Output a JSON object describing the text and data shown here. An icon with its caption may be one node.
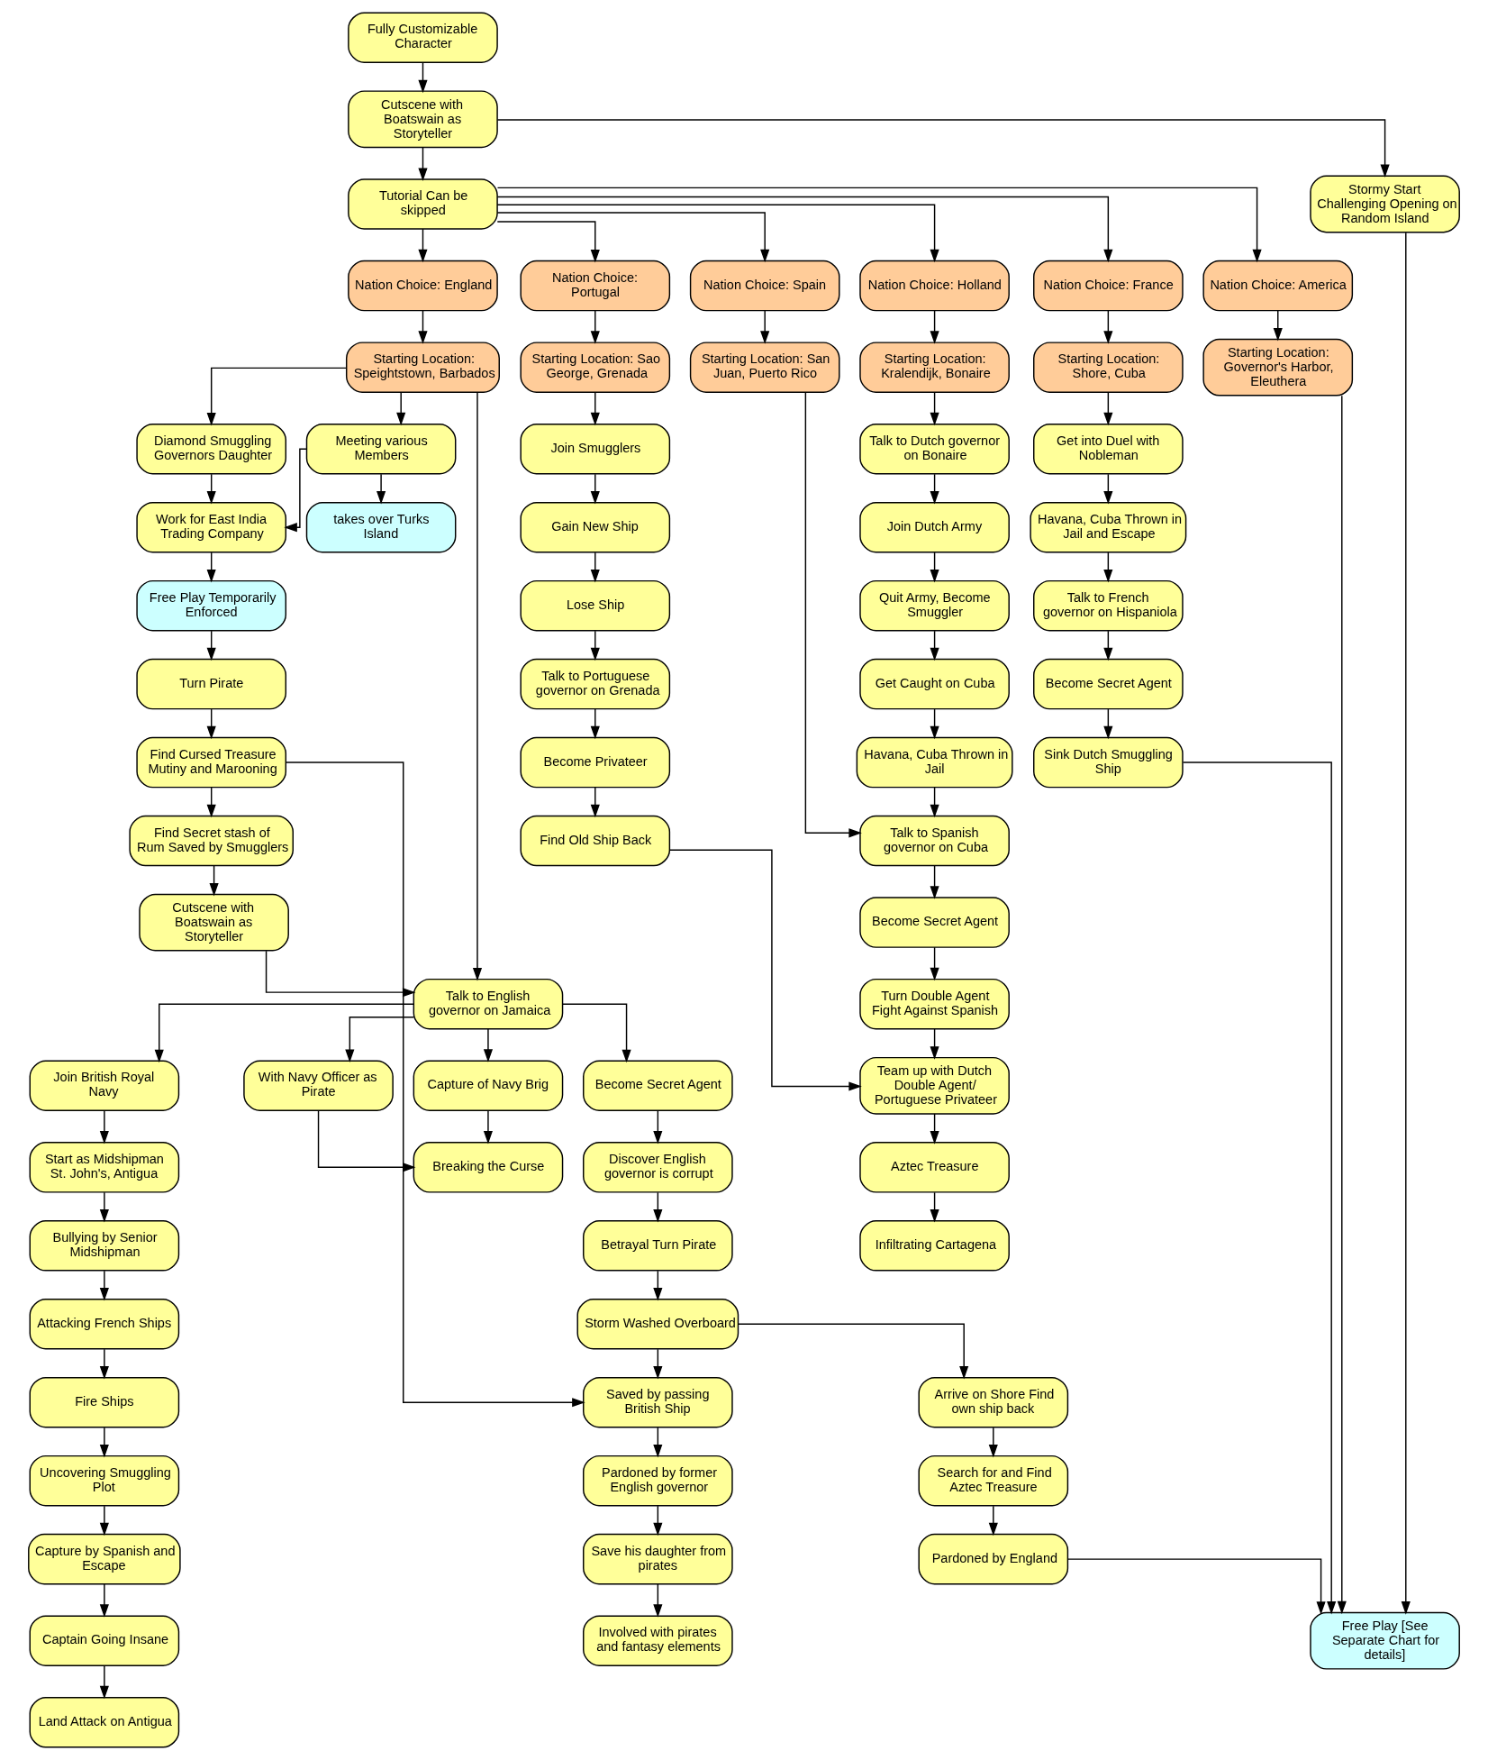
{
  "diagram": {
    "nodes": [
      {
        "text": [
          "Fully Customizable Character"
        ]
      },
      {
        "text": [
          "Cutscene with Boatswain as Storyteller"
        ]
      },
      {
        "text": [
          "Tutorial Can be skipped"
        ]
      },
      {
        "text": [
          "Stormy Start Challenging Opening on Random Island"
        ]
      },
      {
        "text": [
          "Nation Choice: England"
        ]
      },
      {
        "text": [
          "Nation Choice: Portugal"
        ]
      },
      {
        "text": [
          "Nation Choice: Spain"
        ]
      },
      {
        "text": [
          "Nation Choice: Holland"
        ]
      },
      {
        "text": [
          "Nation Choice: France"
        ]
      },
      {
        "text": [
          "Nation Choice: America"
        ]
      },
      {
        "text": [
          "Starting Location: Speightstown, Barbados"
        ]
      },
      {
        "text": [
          "Starting Location: Sao George, Grenada"
        ]
      },
      {
        "text": [
          "Starting Location: San Juan, Puerto Rico"
        ]
      },
      {
        "text": [
          "Starting Location: Kralendijk, Bonaire"
        ]
      },
      {
        "text": [
          "Starting Location: Shore, Cuba"
        ]
      },
      {
        "text": [
          "Starting Location: Governor's Harbor, Eleuthera"
        ]
      },
      {
        "text": [
          "Diamond Smuggling Governors Daughter"
        ]
      },
      {
        "text": [
          "Meeting various Members"
        ]
      },
      {
        "text": [
          "Join Smugglers"
        ]
      },
      {
        "text": [
          "Talk to Dutch governor on Bonaire"
        ]
      },
      {
        "text": [
          "Get into Duel with Nobleman"
        ]
      },
      {
        "text": [
          "Work for East India Trading Company"
        ]
      },
      {
        "text": [
          "takes over Turks Island"
        ]
      },
      {
        "text": [
          "Gain New Ship"
        ]
      },
      {
        "text": [
          "Join Dutch Army"
        ]
      },
      {
        "text": [
          "Havana, Cuba Thrown in Jail and Escape"
        ]
      },
      {
        "text": [
          "Free Play Temporarily Enforced"
        ]
      },
      {
        "text": [
          "Lose Ship"
        ]
      },
      {
        "text": [
          "Quit Army, Become Smuggler"
        ]
      },
      {
        "text": [
          "Talk to French governor on Hispaniola"
        ]
      },
      {
        "text": [
          "Turn Pirate"
        ]
      },
      {
        "text": [
          "Talk to Portuguese governor on Grenada"
        ]
      },
      {
        "text": [
          "Get Caught on Cuba"
        ]
      },
      {
        "text": [
          "Become Secret Agent"
        ]
      },
      {
        "text": [
          "Find Cursed Treasure Mutiny and Marooning"
        ]
      },
      {
        "text": [
          "Become Privateer"
        ]
      },
      {
        "text": [
          "Havana, Cuba Thrown in Jail"
        ]
      },
      {
        "text": [
          "Sink Dutch Smuggling Ship"
        ]
      },
      {
        "text": [
          "Find Secret stash of Rum Saved by Smugglers"
        ]
      },
      {
        "text": [
          "Find Old Ship Back"
        ]
      },
      {
        "text": [
          "Talk to Spanish governor on Cuba"
        ]
      },
      {
        "text": [
          "Cutscene with Boatswain as Storyteller"
        ]
      },
      {
        "text": [
          "Become Secret Agent"
        ]
      },
      {
        "text": [
          "Talk to English governor on Jamaica"
        ]
      },
      {
        "text": [
          "Turn Double Agent Fight Against Spanish"
        ]
      },
      {
        "text": [
          "Join British Royal Navy"
        ]
      },
      {
        "text": [
          "With Navy Officer as Pirate"
        ]
      },
      {
        "text": [
          "Capture of Navy Brig"
        ]
      },
      {
        "text": [
          "Become Secret Agent"
        ]
      },
      {
        "text": [
          "Team up with Dutch Double Agent/ Portuguese Privateer"
        ]
      },
      {
        "text": [
          "Start as Midshipman St. John's, Antigua"
        ]
      },
      {
        "text": [
          "Breaking the Curse"
        ]
      },
      {
        "text": [
          "Discover English governor is corrupt"
        ]
      },
      {
        "text": [
          "Aztec Treasure"
        ]
      },
      {
        "text": [
          "Bullying by Senior Midshipman"
        ]
      },
      {
        "text": [
          "Betrayal Turn Pirate"
        ]
      },
      {
        "text": [
          "Infiltrating Cartagena"
        ]
      },
      {
        "text": [
          "Attacking French Ships"
        ]
      },
      {
        "text": [
          "Storm Washed Overboard"
        ]
      },
      {
        "text": [
          "Fire Ships"
        ]
      },
      {
        "text": [
          "Saved by passing British Ship"
        ]
      },
      {
        "text": [
          "Arrive on Shore Find own ship back"
        ]
      },
      {
        "text": [
          "Uncovering Smuggling Plot"
        ]
      },
      {
        "text": [
          "Pardoned by former English governor"
        ]
      },
      {
        "text": [
          "Search for and Find Aztec Treasure"
        ]
      },
      {
        "text": [
          "Capture by Spanish and Escape"
        ]
      },
      {
        "text": [
          "Save his daughter from pirates"
        ]
      },
      {
        "text": [
          "Pardoned by England"
        ]
      },
      {
        "text": [
          "Captain Going Insane"
        ]
      },
      {
        "text": [
          "Involved with pirates and fantasy elements"
        ]
      },
      {
        "text": [
          "Free Play [See Separate Chart for details]"
        ]
      },
      {
        "text": [
          "Land Attack on Antigua"
        ]
      }
    ],
    "edges": [
      {
        "from": 0,
        "to": 1,
        "arrow": "to"
      },
      {
        "from": 1,
        "to": 2,
        "arrow": "to"
      },
      {
        "from": 1,
        "to": 3,
        "arrow": "to"
      },
      {
        "from": 2,
        "to": 4,
        "arrow": "to"
      },
      {
        "from": 2,
        "to": 5,
        "arrow": "to"
      },
      {
        "from": 2,
        "to": 6,
        "arrow": "to"
      },
      {
        "from": 2,
        "to": 7,
        "arrow": "to"
      },
      {
        "from": 2,
        "to": 8,
        "arrow": "to"
      },
      {
        "from": 2,
        "to": 9,
        "arrow": "to"
      },
      {
        "from": 4,
        "to": 10,
        "arrow": "to"
      },
      {
        "from": 5,
        "to": 11,
        "arrow": "to"
      },
      {
        "from": 6,
        "to": 12,
        "arrow": "to"
      },
      {
        "from": 7,
        "to": 13,
        "arrow": "to"
      },
      {
        "from": 8,
        "to": 14,
        "arrow": "to"
      },
      {
        "from": 9,
        "to": 15,
        "arrow": "to"
      },
      {
        "from": 10,
        "to": 16,
        "arrow": "to"
      },
      {
        "from": 10,
        "to": 17,
        "arrow": "to"
      },
      {
        "from": 10,
        "to": 43,
        "arrow": "to"
      },
      {
        "from": 16,
        "to": 21,
        "arrow": "to"
      },
      {
        "from": 17,
        "to": 21,
        "arrow": "to"
      },
      {
        "from": 17,
        "to": 22,
        "arrow": "to"
      },
      {
        "from": 21,
        "to": 26,
        "arrow": "to"
      },
      {
        "from": 26,
        "to": 30,
        "arrow": "to"
      },
      {
        "from": 30,
        "to": 34,
        "arrow": "to"
      },
      {
        "from": 34,
        "to": 38,
        "arrow": "to"
      },
      {
        "from": 34,
        "to": 60,
        "arrow": "to"
      },
      {
        "from": 38,
        "to": 41,
        "arrow": "to"
      },
      {
        "from": 41,
        "to": 43,
        "arrow": "to"
      },
      {
        "from": 43,
        "to": 45,
        "arrow": "to"
      },
      {
        "from": 43,
        "to": 46,
        "arrow": "to"
      },
      {
        "from": 43,
        "to": 47,
        "arrow": "to"
      },
      {
        "from": 43,
        "to": 48,
        "arrow": "to"
      },
      {
        "from": 45,
        "to": 50,
        "arrow": "to"
      },
      {
        "from": 50,
        "to": 54,
        "arrow": "to"
      },
      {
        "from": 54,
        "to": 57,
        "arrow": "to"
      },
      {
        "from": 57,
        "to": 59,
        "arrow": "to"
      },
      {
        "from": 59,
        "to": 62,
        "arrow": "to"
      },
      {
        "from": 62,
        "to": 65,
        "arrow": "to"
      },
      {
        "from": 65,
        "to": 68,
        "arrow": "to"
      },
      {
        "from": 68,
        "to": 71,
        "arrow": "to"
      },
      {
        "from": 46,
        "to": 51,
        "arrow": "to"
      },
      {
        "from": 47,
        "to": 51,
        "arrow": "to"
      },
      {
        "from": 48,
        "to": 52,
        "arrow": "to"
      },
      {
        "from": 52,
        "to": 55,
        "arrow": "to"
      },
      {
        "from": 55,
        "to": 58,
        "arrow": "to"
      },
      {
        "from": 58,
        "to": 60,
        "arrow": "to"
      },
      {
        "from": 58,
        "to": 61,
        "arrow": "to"
      },
      {
        "from": 60,
        "to": 63,
        "arrow": "to"
      },
      {
        "from": 63,
        "to": 66,
        "arrow": "to"
      },
      {
        "from": 66,
        "to": 69,
        "arrow": "to"
      },
      {
        "from": 11,
        "to": 18,
        "arrow": "to"
      },
      {
        "from": 18,
        "to": 23,
        "arrow": "to"
      },
      {
        "from": 23,
        "to": 27,
        "arrow": "to"
      },
      {
        "from": 27,
        "to": 31,
        "arrow": "to"
      },
      {
        "from": 31,
        "to": 35,
        "arrow": "to"
      },
      {
        "from": 35,
        "to": 39,
        "arrow": "to"
      },
      {
        "from": 39,
        "to": 49,
        "arrow": "to"
      },
      {
        "from": 12,
        "to": 40,
        "arrow": "to"
      },
      {
        "from": 13,
        "to": 19,
        "arrow": "to"
      },
      {
        "from": 19,
        "to": 24,
        "arrow": "to"
      },
      {
        "from": 24,
        "to": 28,
        "arrow": "to"
      },
      {
        "from": 28,
        "to": 32,
        "arrow": "to"
      },
      {
        "from": 32,
        "to": 36,
        "arrow": "to"
      },
      {
        "from": 36,
        "to": 40,
        "arrow": "to"
      },
      {
        "from": 40,
        "to": 42,
        "arrow": "to"
      },
      {
        "from": 42,
        "to": 44,
        "arrow": "to"
      },
      {
        "from": 44,
        "to": 49,
        "arrow": "to"
      },
      {
        "from": 49,
        "to": 53,
        "arrow": "to"
      },
      {
        "from": 53,
        "to": 56,
        "arrow": "to"
      },
      {
        "from": 61,
        "to": 64,
        "arrow": "to"
      },
      {
        "from": 64,
        "to": 67,
        "arrow": "to"
      },
      {
        "from": 67,
        "to": 70,
        "arrow": "to"
      },
      {
        "from": 14,
        "to": 20,
        "arrow": "to"
      },
      {
        "from": 20,
        "to": 25,
        "arrow": "to"
      },
      {
        "from": 25,
        "to": 29,
        "arrow": "to"
      },
      {
        "from": 29,
        "to": 33,
        "arrow": "to"
      },
      {
        "from": 33,
        "to": 37,
        "arrow": "to"
      },
      {
        "from": 37,
        "to": 70,
        "arrow": "to"
      },
      {
        "from": 15,
        "to": 70,
        "arrow": "to"
      },
      {
        "from": 3,
        "to": 70,
        "arrow": "to"
      }
    ]
  }
}
